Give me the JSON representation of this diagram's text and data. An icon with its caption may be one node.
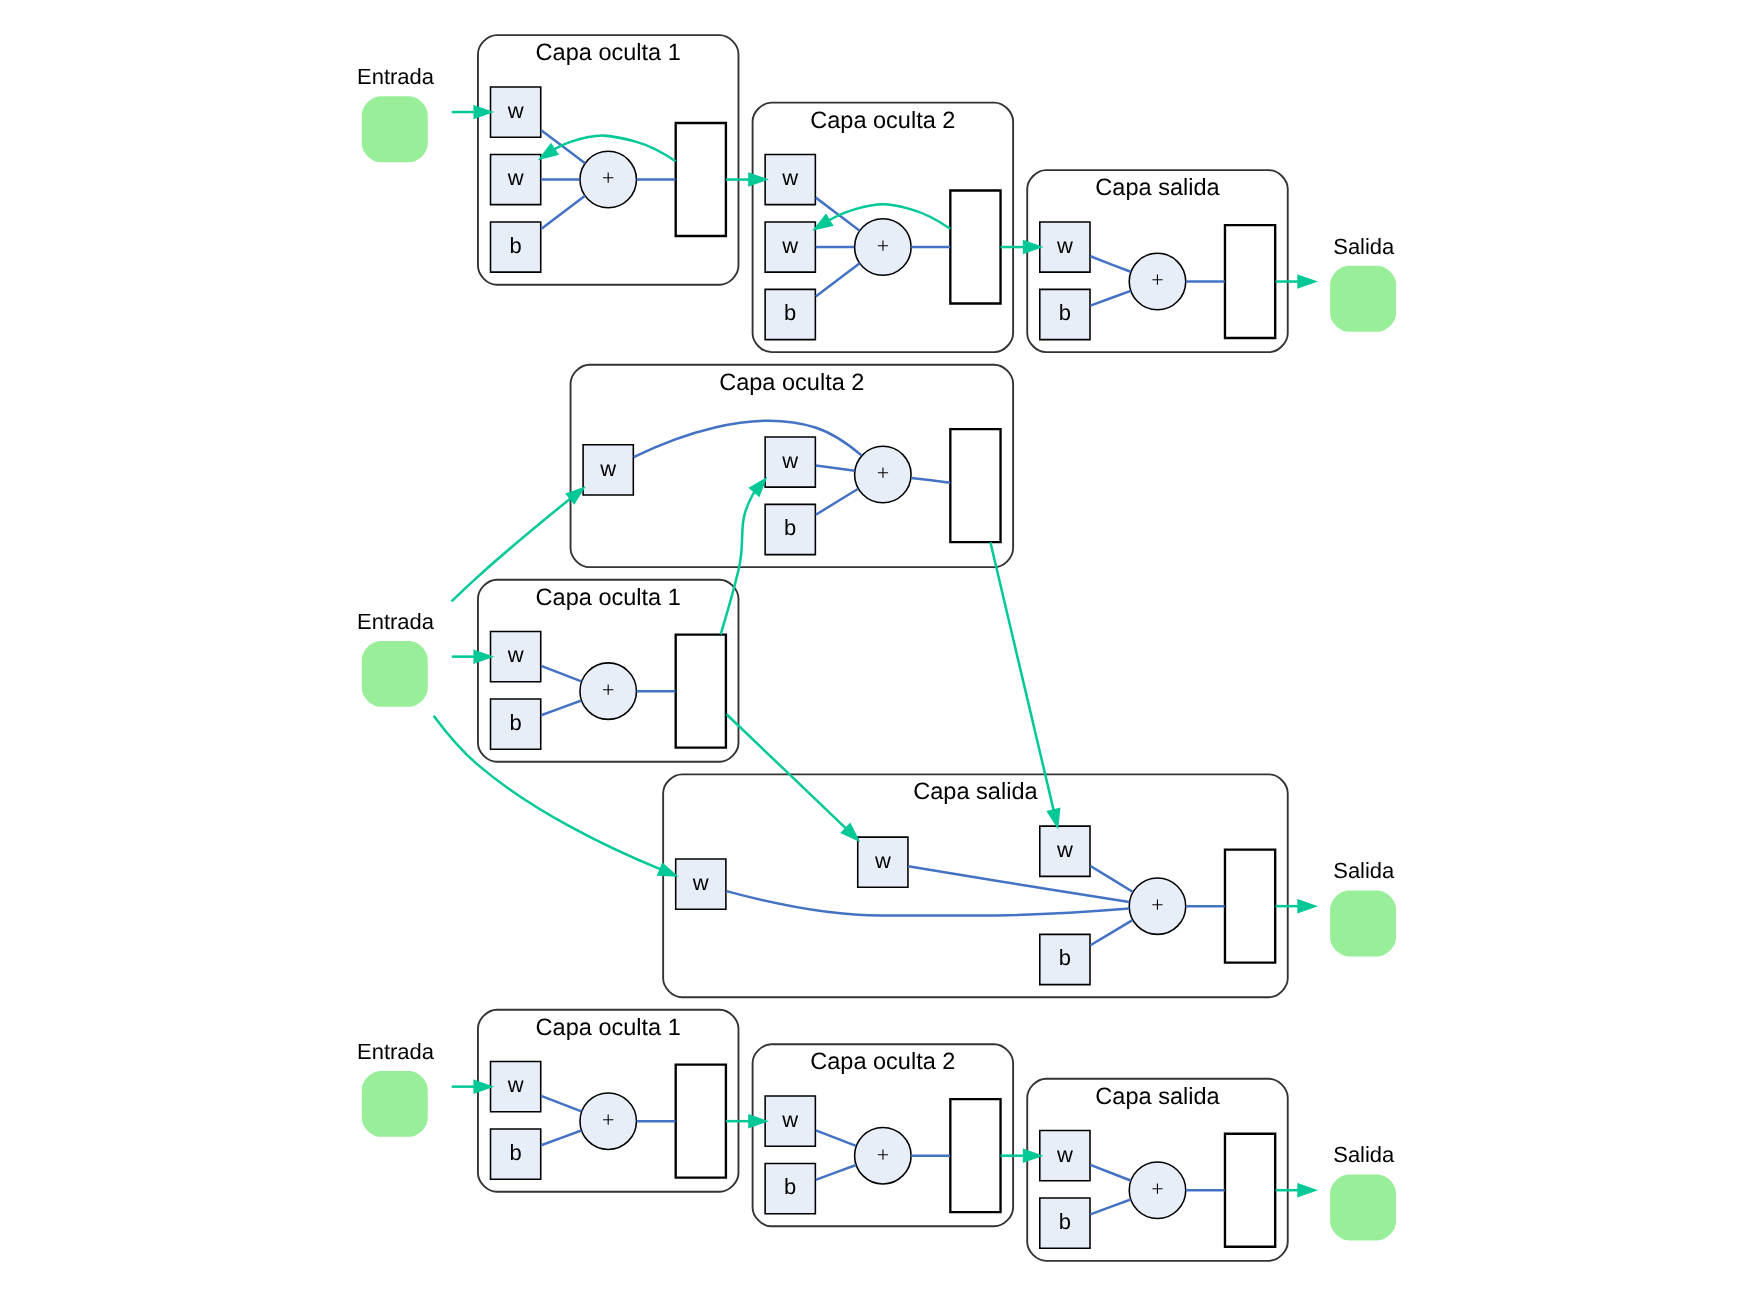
{
  "diagram": {
    "nodes": [
      {
        "text": [
          "Entrada"
        ]
      },
      {
        "text": [
          "Capa oculta 1"
        ]
      },
      {
        "text": [
          "w"
        ],
        "in": 1
      },
      {
        "text": [
          "b"
        ],
        "in": 1
      },
      {
        "text": [
          "+"
        ],
        "in": 1
      },
      {
        "text": [],
        "shape": "box",
        "in": 1
      },
      {
        "text": [
          "Capa oculta 2"
        ]
      },
      {
        "text": [
          "w"
        ],
        "in": 6
      },
      {
        "text": [
          "b"
        ],
        "in": 6
      },
      {
        "text": [
          "+"
        ],
        "in": 6
      },
      {
        "text": [],
        "shape": "box",
        "in": 6
      },
      {
        "text": [
          "Capa salida"
        ]
      },
      {
        "text": [
          "w"
        ],
        "in": 11
      },
      {
        "text": [
          "b"
        ],
        "in": 11
      },
      {
        "text": [
          "+"
        ],
        "in": 11
      },
      {
        "text": [],
        "shape": "box",
        "in": 11
      },
      {
        "text": [
          "Salida"
        ]
      },
      {
        "text": [
          "Entrada"
        ]
      },
      {
        "text": [
          "Capa oculta 1"
        ]
      },
      {
        "text": [
          "w"
        ],
        "in": 18
      },
      {
        "text": [
          "b"
        ],
        "in": 18
      },
      {
        "text": [
          "+"
        ],
        "in": 18
      },
      {
        "text": [],
        "shape": "box",
        "in": 18
      },
      {
        "text": [
          "Capa oculta 2"
        ]
      },
      {
        "text": [
          "w"
        ],
        "in": 23
      },
      {
        "text": [
          "w"
        ],
        "in": 23
      },
      {
        "text": [
          "b"
        ],
        "in": 23
      },
      {
        "text": [
          "+"
        ],
        "in": 23
      },
      {
        "text": [],
        "shape": "box",
        "in": 23
      },
      {
        "text": [
          "Capa salida"
        ]
      },
      {
        "text": [
          "w"
        ],
        "in": 29
      },
      {
        "text": [
          "w"
        ],
        "in": 29
      },
      {
        "text": [
          "w"
        ],
        "in": 29
      },
      {
        "text": [
          "b"
        ],
        "in": 29
      },
      {
        "text": [
          "+"
        ],
        "in": 29
      },
      {
        "text": [],
        "shape": "box",
        "in": 29
      },
      {
        "text": [
          "Salida"
        ]
      },
      {
        "text": [
          "Entrada"
        ]
      },
      {
        "text": [
          "Capa oculta 1"
        ]
      },
      {
        "text": [
          "w"
        ],
        "in": 38
      },
      {
        "text": [
          "w"
        ],
        "in": 38
      },
      {
        "text": [
          "b"
        ],
        "in": 38
      },
      {
        "text": [
          "+"
        ],
        "in": 38
      },
      {
        "text": [],
        "shape": "box",
        "in": 38
      },
      {
        "text": [
          "Capa oculta 2"
        ]
      },
      {
        "text": [
          "w"
        ],
        "in": 44
      },
      {
        "text": [
          "w"
        ],
        "in": 44
      },
      {
        "text": [
          "b"
        ],
        "in": 44
      },
      {
        "text": [
          "+"
        ],
        "in": 44
      },
      {
        "text": [],
        "shape": "box",
        "in": 44
      },
      {
        "text": [
          "Capa salida"
        ]
      },
      {
        "text": [
          "w"
        ],
        "in": 50
      },
      {
        "text": [
          "b"
        ],
        "in": 50
      },
      {
        "text": [
          "+"
        ],
        "in": 50
      },
      {
        "text": [],
        "shape": "box",
        "in": 50
      },
      {
        "text": [
          "Salida"
        ]
      }
    ],
    "edges": [
      {
        "from": 0,
        "to": 2,
        "arrow": "to",
        "color": "#00c896"
      },
      {
        "from": 2,
        "to": 4,
        "arrow": "none"
      },
      {
        "from": 3,
        "to": 4,
        "arrow": "none"
      },
      {
        "from": 4,
        "to": 5,
        "arrow": "none"
      },
      {
        "from": 5,
        "to": 7,
        "arrow": "to",
        "color": "#00c896"
      },
      {
        "from": 7,
        "to": 9,
        "arrow": "none"
      },
      {
        "from": 8,
        "to": 9,
        "arrow": "none"
      },
      {
        "from": 9,
        "to": 10,
        "arrow": "none"
      },
      {
        "from": 10,
        "to": 12,
        "arrow": "to",
        "color": "#00c896"
      },
      {
        "from": 12,
        "to": 14,
        "arrow": "none"
      },
      {
        "from": 13,
        "to": 14,
        "arrow": "none"
      },
      {
        "from": 14,
        "to": 15,
        "arrow": "none"
      },
      {
        "from": 15,
        "to": 16,
        "arrow": "to",
        "color": "#00c896"
      },
      {
        "from": 17,
        "to": 19,
        "arrow": "to",
        "color": "#00c896"
      },
      {
        "from": 17,
        "to": 24,
        "arrow": "to",
        "color": "#00c896"
      },
      {
        "from": 17,
        "to": 30,
        "arrow": "to",
        "color": "#00c896"
      },
      {
        "from": 19,
        "to": 21,
        "arrow": "none"
      },
      {
        "from": 20,
        "to": 21,
        "arrow": "none"
      },
      {
        "from": 21,
        "to": 22,
        "arrow": "none"
      },
      {
        "from": 22,
        "to": 25,
        "arrow": "to",
        "color": "#00c896"
      },
      {
        "from": 22,
        "to": 31,
        "arrow": "to",
        "color": "#00c896"
      },
      {
        "from": 24,
        "to": 27,
        "arrow": "none"
      },
      {
        "from": 25,
        "to": 27,
        "arrow": "none"
      },
      {
        "from": 26,
        "to": 27,
        "arrow": "none"
      },
      {
        "from": 27,
        "to": 28,
        "arrow": "none"
      },
      {
        "from": 28,
        "to": 32,
        "arrow": "to",
        "color": "#00c896"
      },
      {
        "from": 30,
        "to": 34,
        "arrow": "none"
      },
      {
        "from": 31,
        "to": 34,
        "arrow": "none"
      },
      {
        "from": 32,
        "to": 34,
        "arrow": "none"
      },
      {
        "from": 33,
        "to": 34,
        "arrow": "none"
      },
      {
        "from": 34,
        "to": 35,
        "arrow": "none"
      },
      {
        "from": 35,
        "to": 36,
        "arrow": "to",
        "color": "#00c896"
      },
      {
        "from": 37,
        "to": 39,
        "arrow": "to",
        "color": "#00c896"
      },
      {
        "from": 39,
        "to": 42,
        "arrow": "none"
      },
      {
        "from": 40,
        "to": 42,
        "arrow": "none"
      },
      {
        "from": 41,
        "to": 42,
        "arrow": "none"
      },
      {
        "from": 42,
        "to": 43,
        "arrow": "none"
      },
      {
        "from": 43,
        "to": 45,
        "arrow": "to",
        "color": "#00c896"
      },
      {
        "from": 43,
        "to": 40,
        "arrow": "to",
        "color": "#00c896"
      },
      {
        "from": 45,
        "to": 48,
        "arrow": "none"
      },
      {
        "from": 46,
        "to": 48,
        "arrow": "none"
      },
      {
        "from": 47,
        "to": 48,
        "arrow": "none"
      },
      {
        "from": 48,
        "to": 49,
        "arrow": "none"
      },
      {
        "from": 49,
        "to": 51,
        "arrow": "to",
        "color": "#00c896"
      },
      {
        "from": 49,
        "to": 46,
        "arrow": "to",
        "color": "#00c896"
      },
      {
        "from": 51,
        "to": 53,
        "arrow": "none"
      },
      {
        "from": 52,
        "to": 53,
        "arrow": "none"
      },
      {
        "from": 53,
        "to": 54,
        "arrow": "none"
      },
      {
        "from": 54,
        "to": 55,
        "arrow": "to",
        "color": "#00c896"
      }
    ]
  }
}
